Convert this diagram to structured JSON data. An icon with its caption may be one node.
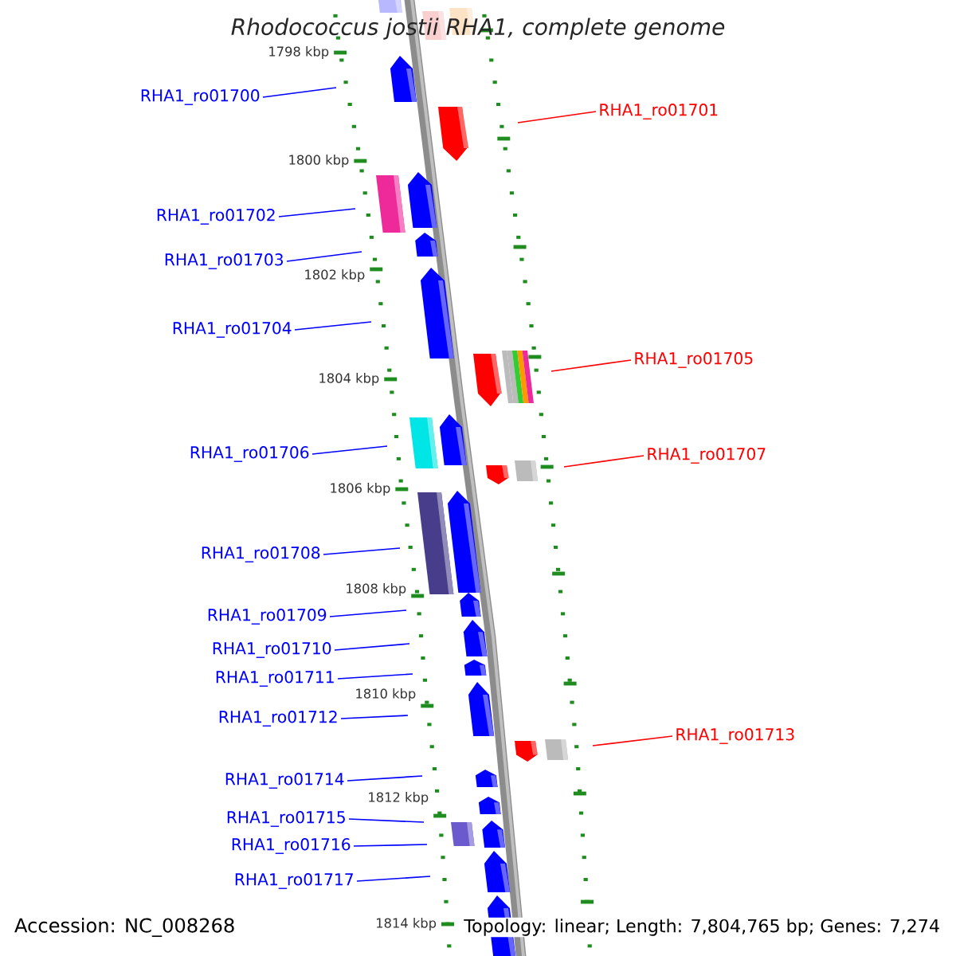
{
  "diagram": {
    "title": "Rhodococcus jostii RHA1, complete genome",
    "nodes": [
      {
        "text": [
          "RHA1_ro01700"
        ]
      },
      {
        "text": [
          "RHA1_ro01701"
        ]
      },
      {
        "text": [
          "RHA1_ro01702"
        ]
      },
      {
        "text": [
          "RHA1_ro01703"
        ]
      },
      {
        "text": [
          "RHA1_ro01704"
        ]
      },
      {
        "text": [
          "RHA1_ro01705"
        ]
      },
      {
        "text": [
          "RHA1_ro01706"
        ]
      },
      {
        "text": [
          "RHA1_ro01707"
        ]
      },
      {
        "text": [
          "RHA1_ro01708"
        ]
      },
      {
        "text": [
          "RHA1_ro01709"
        ]
      },
      {
        "text": [
          "RHA1_ro01710"
        ]
      },
      {
        "text": [
          "RHA1_ro01711"
        ]
      },
      {
        "text": [
          "RHA1_ro01712"
        ]
      },
      {
        "text": [
          "RHA1_ro01713"
        ]
      },
      {
        "text": [
          "RHA1_ro01714"
        ]
      },
      {
        "text": [
          "RHA1_ro01715"
        ]
      },
      {
        "text": [
          "RHA1_ro01716"
        ]
      },
      {
        "text": [
          "RHA1_ro01717"
        ]
      }
    ],
    "edges": [
      {
        "from": 0,
        "to": null,
        "arrow": "none"
      },
      {
        "from": 1,
        "to": null,
        "arrow": "none",
        "color": "#ff0000"
      },
      {
        "from": 2,
        "to": null,
        "arrow": "none"
      },
      {
        "from": 3,
        "to": null,
        "arrow": "none"
      },
      {
        "from": 4,
        "to": null,
        "arrow": "none"
      },
      {
        "from": 5,
        "to": null,
        "arrow": "none",
        "color": "#ff0000"
      },
      {
        "from": 6,
        "to": null,
        "arrow": "none"
      },
      {
        "from": 7,
        "to": null,
        "arrow": "none",
        "color": "#ff0000"
      },
      {
        "from": 8,
        "to": null,
        "arrow": "none"
      },
      {
        "from": 9,
        "to": null,
        "arrow": "none"
      },
      {
        "from": 10,
        "to": null,
        "arrow": "none"
      },
      {
        "from": 11,
        "to": null,
        "arrow": "none"
      },
      {
        "from": 12,
        "to": null,
        "arrow": "none"
      },
      {
        "from": 13,
        "to": null,
        "arrow": "none",
        "color": "#ff0000"
      },
      {
        "from": 14,
        "to": null,
        "arrow": "none"
      },
      {
        "from": 15,
        "to": null,
        "arrow": "none"
      },
      {
        "from": 16,
        "to": null,
        "arrow": "none"
      },
      {
        "from": 17,
        "to": null,
        "arrow": "none"
      }
    ],
    "labels": [
      "1798 kbp",
      "1800 kbp",
      "1802 kbp",
      "1804 kbp",
      "1806 kbp",
      "1808 kbp",
      "1810 kbp",
      "1812 kbp",
      "1814 kbp",
      "Accession: NC_008268",
      "Topology: linear; Length: 7,804,765 bp; Genes: 7,274"
    ]
  }
}
